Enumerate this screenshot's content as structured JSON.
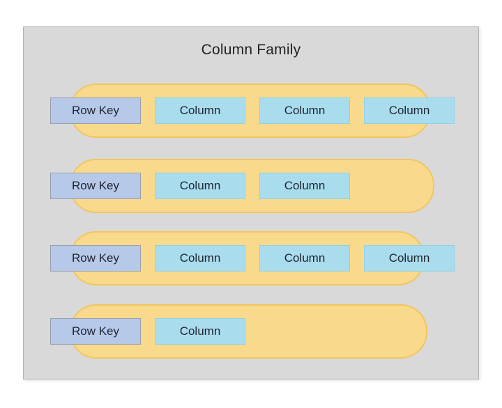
{
  "diagram": {
    "title": "Column Family",
    "rows": [
      {
        "key": "Row Key",
        "columns": [
          "Column",
          "Column",
          "Column"
        ]
      },
      {
        "key": "Row Key",
        "columns": [
          "Column",
          "Column"
        ]
      },
      {
        "key": "Row Key",
        "columns": [
          "Column",
          "Column",
          "Column"
        ]
      },
      {
        "key": "Row Key",
        "columns": [
          "Column"
        ]
      }
    ]
  },
  "colors": {
    "canvas_bg": "#d9d9d9",
    "canvas_border": "#b0b0b0",
    "title_color": "#212121",
    "text_color": "#1e2532",
    "pill_fill": "#f9da8c",
    "pill_border": "#f1c55f",
    "rowkey_fill": "#b7c9e9",
    "rowkey_border": "#98a0ac",
    "column_fill": "#a9dcec",
    "column_border": "#90d2e2"
  }
}
